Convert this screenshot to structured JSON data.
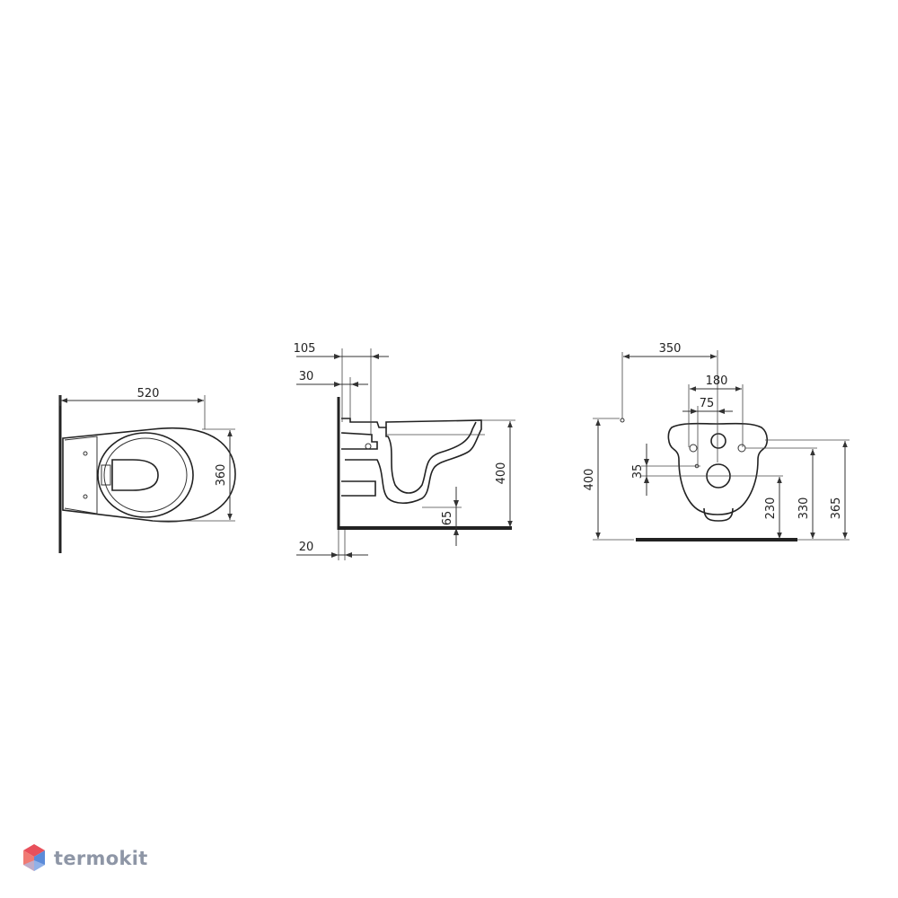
{
  "views": {
    "top": {
      "width_label": "520",
      "depth_label": "360"
    },
    "side": {
      "offset_105_label": "105",
      "offset_30_label": "30",
      "height_label": "400",
      "outlet_label": "65",
      "bottom_label": "20"
    },
    "rear": {
      "span_350_label": "350",
      "span_180_label": "180",
      "span_75_label": "75",
      "offset_35_label": "35",
      "height_400_label": "400",
      "height_230_label": "230",
      "height_330_label": "330",
      "height_365_label": "365"
    }
  },
  "brand": {
    "name": "termokit",
    "colors": {
      "logo_top": "#e8505b",
      "logo_bottom": "#5b8bd9",
      "text": "#8e96a6"
    }
  }
}
